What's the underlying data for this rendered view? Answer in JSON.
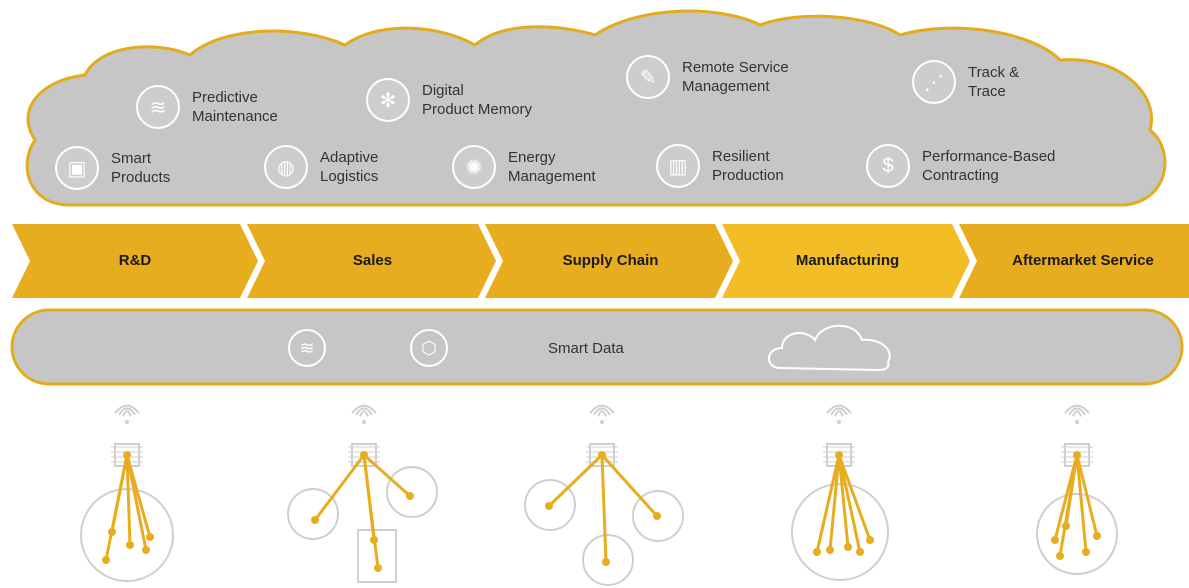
{
  "cloud_items": [
    {
      "id": "smart-products",
      "label": "Smart\nProducts",
      "icon": "smart-products-icon",
      "glyph": "▣"
    },
    {
      "id": "predictive-maintenance",
      "label": "Predictive\nMaintenance",
      "icon": "wave-icon",
      "glyph": "≋"
    },
    {
      "id": "digital-product-memory",
      "label": "Digital\nProduct Memory",
      "icon": "network-icon",
      "glyph": "✻"
    },
    {
      "id": "adaptive-logistics",
      "label": "Adaptive\nLogistics",
      "icon": "globe-icon",
      "glyph": "◍"
    },
    {
      "id": "energy-management",
      "label": "Energy\nManagement",
      "icon": "bulb-icon",
      "glyph": "✺"
    },
    {
      "id": "remote-service-management",
      "label": "Remote  Service\nManagement",
      "icon": "wrench-icon",
      "glyph": "✎"
    },
    {
      "id": "resilient-production",
      "label": "Resilient\nProduction",
      "icon": "factory-icon",
      "glyph": "▥"
    },
    {
      "id": "track-trace",
      "label": "Track &\nTrace",
      "icon": "route-icon",
      "glyph": "⋰"
    },
    {
      "id": "performance-based-contracting",
      "label": "Performance-Based\nContracting",
      "icon": "dollar-clock-icon",
      "glyph": "$"
    }
  ],
  "value_chain": [
    "R&D",
    "Sales",
    "Supply  Chain",
    "Manufacturing",
    "Aftermarket  Service"
  ],
  "smart_data": {
    "label": "Smart  Data",
    "icons": [
      "wave-icon",
      "cube-icon",
      "cloud-icon"
    ]
  },
  "device_groups": [
    {
      "id": "rnd",
      "icons": [
        "wifi-icon",
        "chip-icon",
        "machine-icon"
      ]
    },
    {
      "id": "sales",
      "icons": [
        "wifi-icon",
        "chip-icon",
        "person-icon",
        "document-icon",
        "support-icon"
      ]
    },
    {
      "id": "supply-chain",
      "icons": [
        "wifi-icon",
        "chip-icon",
        "plane-icon",
        "ship-icon",
        "truck-icon"
      ]
    },
    {
      "id": "manufacturing",
      "icons": [
        "wifi-icon",
        "chip-icon",
        "factory-icon"
      ]
    },
    {
      "id": "aftermarket",
      "icons": [
        "wifi-icon",
        "chip-icon",
        "truck-icon"
      ]
    }
  ],
  "colors": {
    "cloud": "#c6c6c7",
    "cloud_border": "#e3ac1c",
    "chevron": "#e8ad1f",
    "chevron_light": "#f2bd2e",
    "smart_data": "#c6c6c7",
    "device_line": "#e8ad1f",
    "device_outline": "#cfcfcf"
  }
}
